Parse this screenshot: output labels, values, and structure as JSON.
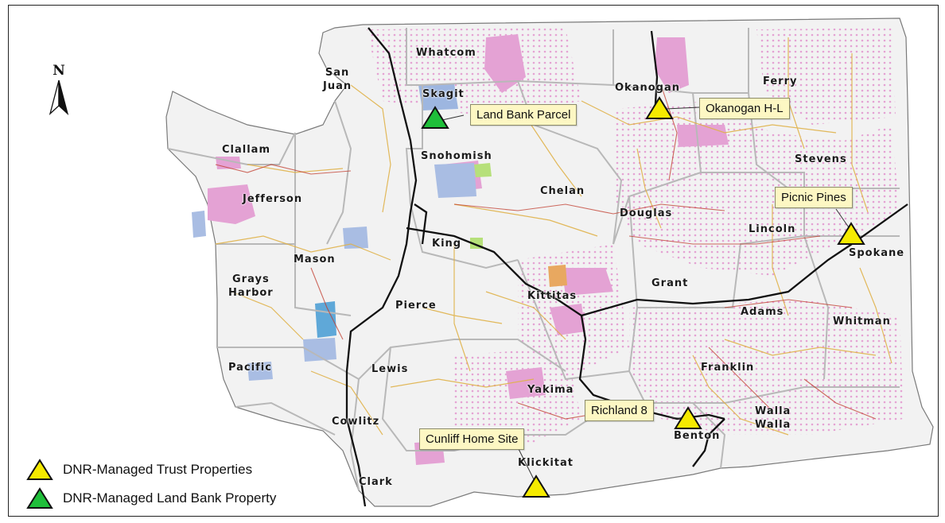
{
  "counties": {
    "whatcom": "Whatcom",
    "san_juan": "San\nJuan",
    "skagit": "Skagit",
    "okanogan": "Okanogan",
    "ferry": "Ferry",
    "clallam": "Clallam",
    "snohomish": "Snohomish",
    "stevens": "Stevens",
    "jefferson": "Jefferson",
    "chelan": "Chelan",
    "douglas": "Douglas",
    "lincoln": "Lincoln",
    "spokane": "Spokane",
    "king": "King",
    "mason": "Mason",
    "grays_harbor": "Grays\nHarbor",
    "grant": "Grant",
    "kittitas": "Kittitas",
    "pierce": "Pierce",
    "adams": "Adams",
    "whitman": "Whitman",
    "franklin": "Franklin",
    "pacific": "Pacific",
    "lewis": "Lewis",
    "yakima": "Yakima",
    "walla_walla": "Walla\nWalla",
    "benton": "Benton",
    "cowlitz": "Cowlitz",
    "klickitat": "Klickitat",
    "clark": "Clark"
  },
  "callouts": {
    "land_bank_parcel": "Land Bank Parcel",
    "okanogan_hl": "Okanogan H-L",
    "picnic_pines": "Picnic Pines",
    "richland_8": "Richland 8",
    "cunliff_home_site": "Cunliff Home Site"
  },
  "north_arrow": {
    "label": "N"
  },
  "legend": {
    "trust": {
      "label": "DNR-Managed Trust Properties",
      "color": "#f5ea00"
    },
    "land_bank": {
      "label": "DNR-Managed Land Bank Property",
      "color": "#1fbf3a"
    }
  },
  "colors": {
    "state_fill": "#f1f1f1",
    "county_border": "#bdbdbd",
    "highway": "#111111",
    "road_major": "#e4b84a",
    "road_minor": "#c0392b",
    "dnr_land": "#e7a6d6",
    "water": "#6fa8dc"
  }
}
